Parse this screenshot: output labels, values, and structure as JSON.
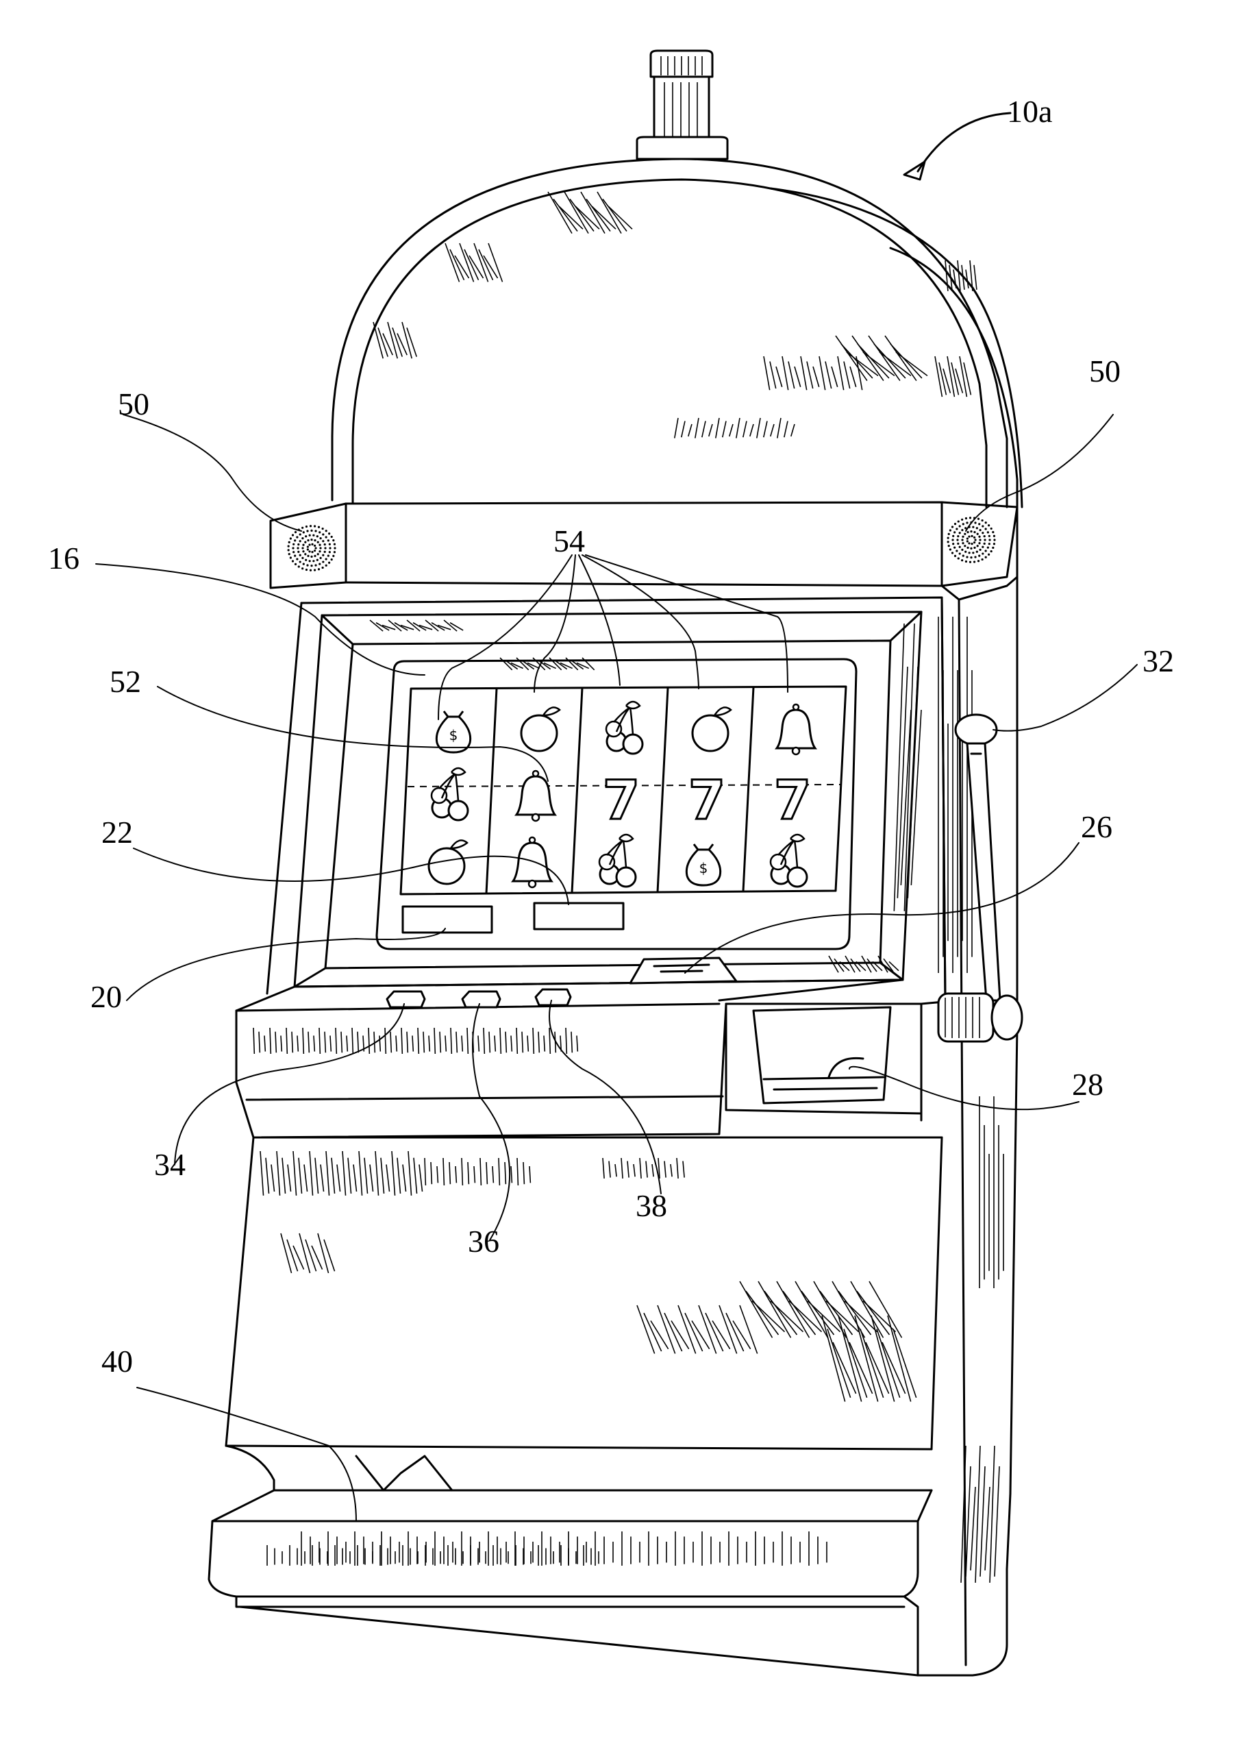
{
  "figure": {
    "reference_numerals": [
      {
        "id": "10a",
        "text": "10a"
      },
      {
        "id": "50-left",
        "text": "50"
      },
      {
        "id": "50-right",
        "text": "50"
      },
      {
        "id": "54",
        "text": "54"
      },
      {
        "id": "16",
        "text": "16"
      },
      {
        "id": "52",
        "text": "52"
      },
      {
        "id": "22",
        "text": "22"
      },
      {
        "id": "20",
        "text": "20"
      },
      {
        "id": "32",
        "text": "32"
      },
      {
        "id": "26",
        "text": "26"
      },
      {
        "id": "28",
        "text": "28"
      },
      {
        "id": "34",
        "text": "34"
      },
      {
        "id": "36",
        "text": "36"
      },
      {
        "id": "38",
        "text": "38"
      },
      {
        "id": "40",
        "text": "40"
      }
    ],
    "reels": {
      "columns": 5,
      "rows": 3,
      "symbols": [
        [
          "money-bag",
          "orange",
          "cherries",
          "orange",
          "bell"
        ],
        [
          "cherries",
          "bell",
          "seven",
          "seven",
          "seven"
        ],
        [
          "orange",
          "bell",
          "cherries",
          "money-bag",
          "cherries"
        ]
      ],
      "seven_glyph": "7",
      "money_bag_glyph": "$"
    }
  }
}
